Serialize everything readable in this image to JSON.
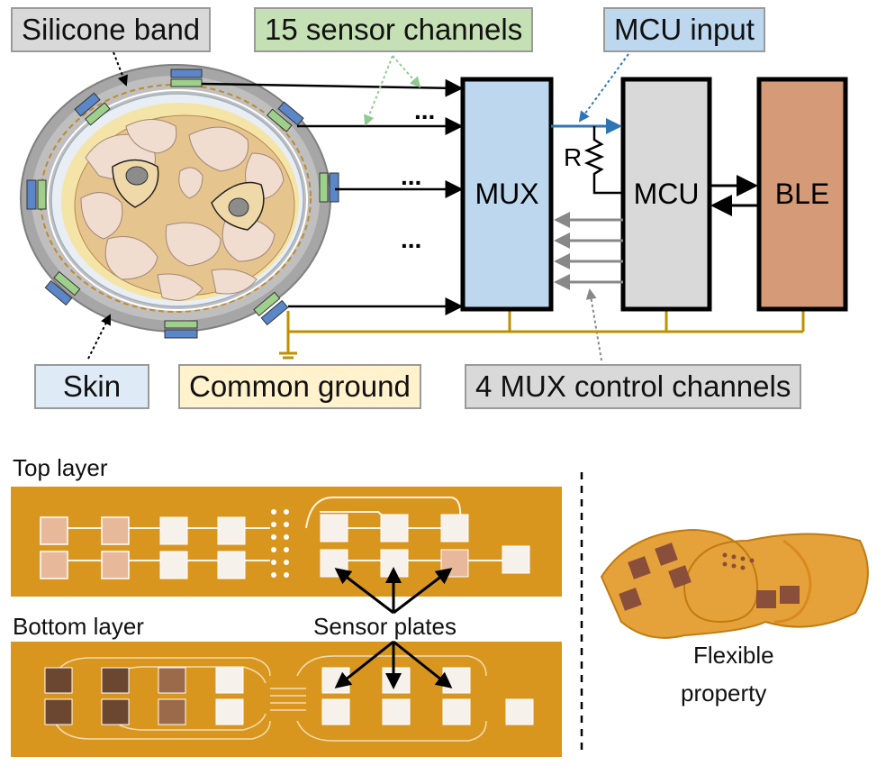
{
  "labels": {
    "silicone_band": "Silicone band",
    "sensor_channels": "15 sensor channels",
    "mcu_input": "MCU input",
    "skin": "Skin",
    "common_ground": "Common ground",
    "mux_control": "4 MUX control channels"
  },
  "blocks": {
    "mux": "MUX",
    "mcu": "MCU",
    "ble": "BLE",
    "resistor": "R",
    "dots": "..."
  },
  "photos": {
    "top_layer": "Top layer",
    "bottom_layer": "Bottom layer",
    "sensor_plates": "Sensor plates",
    "flexible_line1": "Flexible",
    "flexible_line2": "property"
  },
  "colors": {
    "silicone_band": "#d9d9d9",
    "sensor_channels": "#c5e0b4",
    "mcu_input": "#bdd7ee",
    "skin": "#deebf7",
    "common_ground": "#fff2cc",
    "mux_control": "#d9d9d9",
    "mux_block": "#bdd7ee",
    "mcu_block": "#d9d9d9",
    "ble_block": "#d59a77",
    "ground_wire": "#bf9000",
    "pcb": "#d9961f"
  }
}
